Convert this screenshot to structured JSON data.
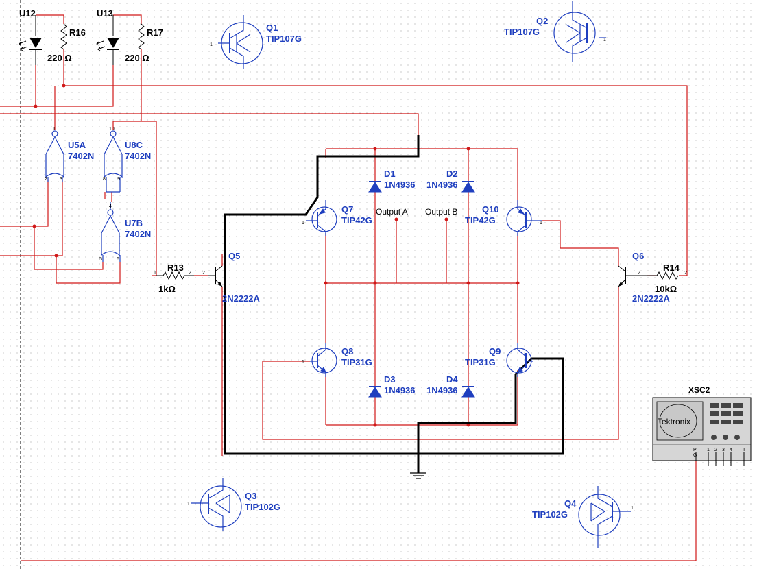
{
  "components": {
    "U12": "U12",
    "U13": "U13",
    "R16": {
      "ref": "R16",
      "value": "220 Ω"
    },
    "R17": {
      "ref": "R17",
      "value": "220 Ω"
    },
    "Q1": {
      "ref": "Q1",
      "part": "TIP107G"
    },
    "Q2": {
      "ref": "Q2",
      "part": "TIP107G"
    },
    "Q3": {
      "ref": "Q3",
      "part": "TIP102G"
    },
    "Q4": {
      "ref": "Q4",
      "part": "TIP102G"
    },
    "U5A": {
      "ref": "U5A",
      "part": "7402N"
    },
    "U8C": {
      "ref": "U8C",
      "part": "7402N"
    },
    "U7B": {
      "ref": "U7B",
      "part": "7402N"
    },
    "R13": {
      "ref": "R13",
      "value": "1kΩ"
    },
    "R14": {
      "ref": "R14",
      "value": "10kΩ"
    },
    "Q5": {
      "ref": "Q5",
      "part": "2N2222A"
    },
    "Q6": {
      "ref": "Q6",
      "part": "2N2222A"
    },
    "Q7": {
      "ref": "Q7",
      "part": "TIP42G"
    },
    "Q10": {
      "ref": "Q10",
      "part": "TIP42G"
    },
    "Q8": {
      "ref": "Q8",
      "part": "TIP31G"
    },
    "Q9": {
      "ref": "Q9",
      "part": "TIP31G"
    },
    "D1": {
      "ref": "D1",
      "part": "1N4936"
    },
    "D2": {
      "ref": "D2",
      "part": "1N4936"
    },
    "D3": {
      "ref": "D3",
      "part": "1N4936"
    },
    "D4": {
      "ref": "D4",
      "part": "1N4936"
    },
    "XSC2": {
      "ref": "XSC2",
      "brand": "Tektronix",
      "ports": [
        "P",
        "G",
        "1",
        "2",
        "3",
        "4",
        "T"
      ]
    }
  },
  "nets": {
    "output_a": "Output A",
    "output_b": "Output B"
  },
  "pins": {
    "one": "1",
    "two": "2",
    "three": "3",
    "four": "4",
    "five": "5",
    "six": "6",
    "eight": "8",
    "nine": "9",
    "ten": "10"
  },
  "colors": {
    "wire": "#d01818",
    "component": "#1f3fbf",
    "bold_wire": "#000000",
    "grid": "#9a9a9a"
  }
}
